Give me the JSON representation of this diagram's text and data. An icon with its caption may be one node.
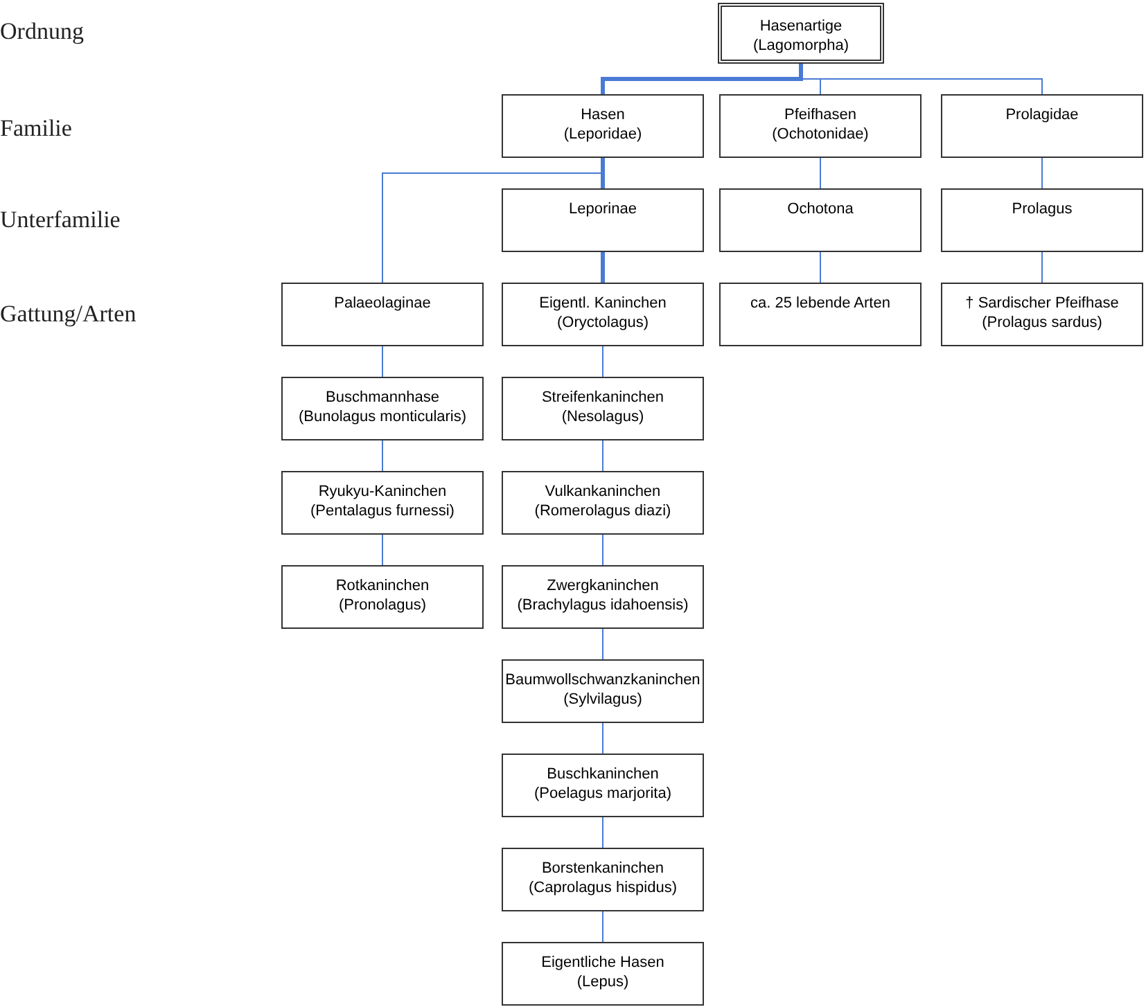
{
  "diagram": {
    "nodes": [
      {
        "text": [
          "Hasenartige",
          "(Lagomorpha)"
        ]
      },
      {
        "text": [
          "Hasen",
          "(Leporidae)"
        ]
      },
      {
        "text": [
          "Pfeifhasen",
          "(Ochotonidae)"
        ]
      },
      {
        "text": [
          "Prolagidae"
        ]
      },
      {
        "text": [
          "Leporinae"
        ]
      },
      {
        "text": [
          "Ochotona"
        ]
      },
      {
        "text": [
          "Prolagus"
        ]
      },
      {
        "text": [
          "Palaeolaginae"
        ]
      },
      {
        "text": [
          "Eigentl. Kaninchen",
          "(Oryctolagus)"
        ]
      },
      {
        "text": [
          "ca. 25 lebende Arten"
        ]
      },
      {
        "text": [
          "† Sardischer Pfeifhase",
          "(Prolagus sardus)"
        ]
      },
      {
        "text": [
          "Buschmannhase",
          "(Bunolagus monticularis)"
        ]
      },
      {
        "text": [
          "Streifenkaninchen",
          "(Nesolagus)"
        ]
      },
      {
        "text": [
          "Ryukyu-Kaninchen",
          "(Pentalagus furnessi)"
        ]
      },
      {
        "text": [
          "Vulkankaninchen",
          "(Romerolagus diazi)"
        ]
      },
      {
        "text": [
          "Rotkaninchen",
          "(Pronolagus)"
        ]
      },
      {
        "text": [
          "Zwergkaninchen",
          "(Brachylagus idahoensis)"
        ]
      },
      {
        "text": [
          "Baumwollschwanzkaninchen",
          "(Sylvilagus)"
        ]
      },
      {
        "text": [
          "Buschkaninchen",
          "(Poelagus marjorita)"
        ]
      },
      {
        "text": [
          "Borstenkaninchen",
          "(Caprolagus hispidus)"
        ]
      },
      {
        "text": [
          "Eigentliche Hasen",
          "(Lepus)"
        ]
      }
    ],
    "edges": [
      {
        "from": 0,
        "to": 1,
        "arrow": "none",
        "style": "thick"
      },
      {
        "from": 0,
        "to": 2,
        "arrow": "none"
      },
      {
        "from": 0,
        "to": 3,
        "arrow": "none"
      },
      {
        "from": 1,
        "to": 4,
        "arrow": "none",
        "style": "thick"
      },
      {
        "from": 1,
        "to": 7,
        "arrow": "none"
      },
      {
        "from": 2,
        "to": 5,
        "arrow": "none"
      },
      {
        "from": 3,
        "to": 6,
        "arrow": "none"
      },
      {
        "from": 4,
        "to": 8,
        "arrow": "none",
        "style": "thick"
      },
      {
        "from": 5,
        "to": 9,
        "arrow": "none"
      },
      {
        "from": 6,
        "to": 10,
        "arrow": "none"
      },
      {
        "from": 7,
        "to": 11,
        "arrow": "none"
      },
      {
        "from": 11,
        "to": 13,
        "arrow": "none"
      },
      {
        "from": 13,
        "to": 15,
        "arrow": "none"
      },
      {
        "from": 8,
        "to": 12,
        "arrow": "none"
      },
      {
        "from": 12,
        "to": 14,
        "arrow": "none"
      },
      {
        "from": 14,
        "to": 16,
        "arrow": "none"
      },
      {
        "from": 16,
        "to": 17,
        "arrow": "none"
      },
      {
        "from": 17,
        "to": 18,
        "arrow": "none"
      },
      {
        "from": 18,
        "to": 19,
        "arrow": "none"
      },
      {
        "from": 19,
        "to": 20,
        "arrow": "none"
      }
    ],
    "labels": [
      "Ordnung",
      "Familie",
      "Unterfamilie",
      "Gattung/Arten"
    ]
  }
}
